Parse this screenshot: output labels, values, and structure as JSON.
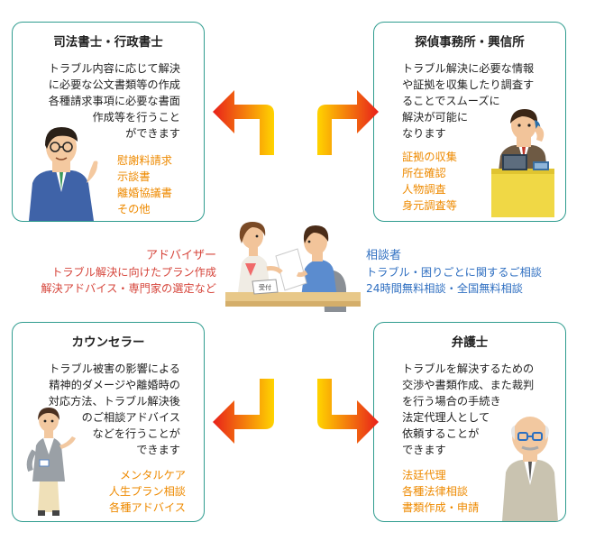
{
  "cards": {
    "top_left": {
      "title": "司法書士・行政書士",
      "lines": [
        "トラブル内容に応じて解決",
        "に必要な公文書類等の作成",
        "各種請求事項に必要な書面",
        "作成等を行うこと",
        "ができます"
      ],
      "tags": [
        "慰謝料請求",
        "示談書",
        "離婚協議書",
        "その他"
      ]
    },
    "top_right": {
      "title": "探偵事務所・興信所",
      "lines": [
        "トラブル解決に必要な情報",
        "や証拠を収集したり調査す",
        "ることでスムーズに",
        "解決が可能に",
        "なります"
      ],
      "tags": [
        "証拠の収集",
        "所在確認",
        "人物調査",
        "身元調査等"
      ]
    },
    "bottom_left": {
      "title": "カウンセラー",
      "lines": [
        "トラブル被害の影響による",
        "精神的ダメージや離婚時の",
        "対応方法、トラブル解決後",
        "のご相談アドバイス",
        "などを行うことが",
        "できます"
      ],
      "tags": [
        "メンタルケア",
        "人生プラン相談",
        "各種アドバイス"
      ]
    },
    "bottom_right": {
      "title": "弁護士",
      "lines": [
        "トラブルを解決するための",
        "交渉や書類作成、また裁判",
        "を行う場合の手続き",
        "法定代理人として",
        "依頼することが",
        "できます"
      ],
      "tags": [
        "法廷代理",
        "各種法律相談",
        "書類作成・申請"
      ]
    }
  },
  "advisor": {
    "heading": "アドバイザー",
    "lines": [
      "トラブル解決に向けたプラン作成",
      "解決アドバイス・専門家の選定など"
    ]
  },
  "consultant": {
    "heading": "相談者",
    "lines": [
      "トラブル・困りごとに関するご相談",
      "24時間無料相談・全国無料相談"
    ]
  },
  "desk_sign": "受付",
  "colors": {
    "card_border": "#2f9c8f",
    "tag_text": "#ee8a00",
    "advisor_text": "#d6453b",
    "consultant_text": "#2f6fc1",
    "arrow_start": "#ffd400",
    "arrow_end": "#e8201a"
  }
}
